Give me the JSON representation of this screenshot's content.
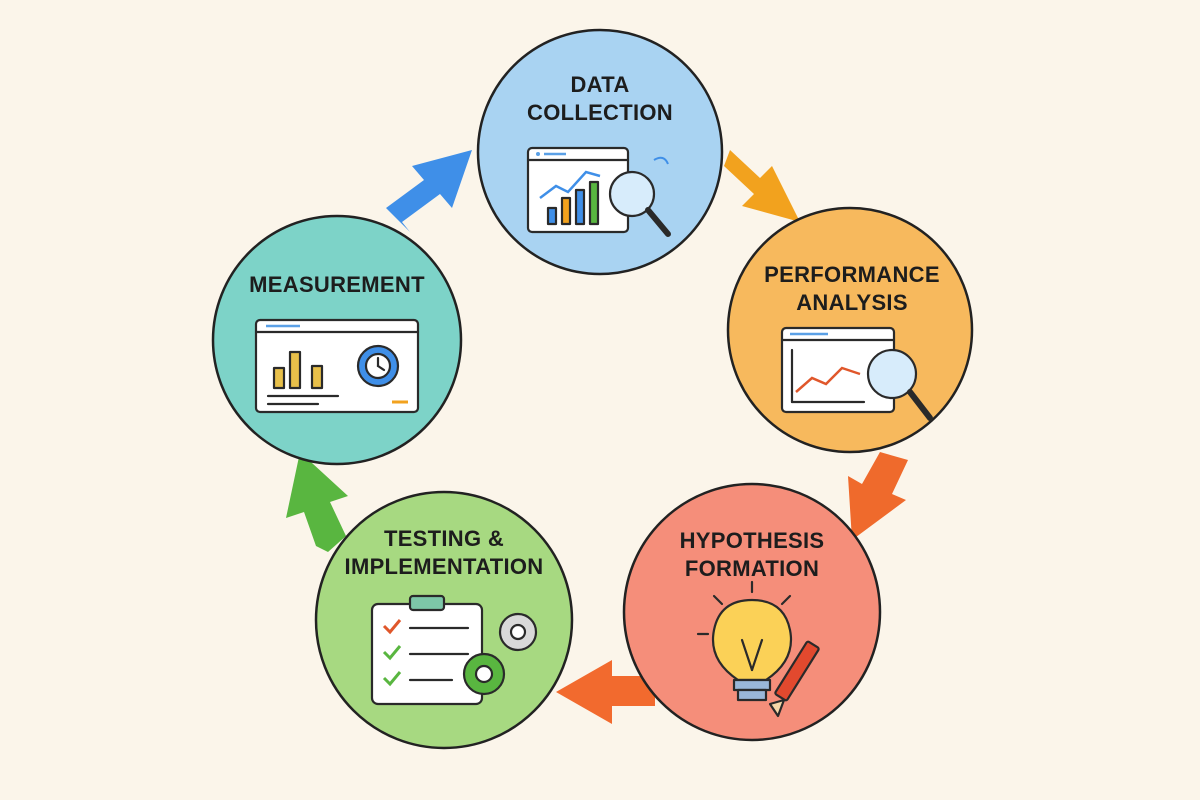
{
  "cycle": {
    "stages": [
      {
        "id": "data-collection",
        "title_lines": [
          "DATA",
          "COLLECTION"
        ],
        "icon": "chart-magnifier-icon",
        "color": "#a9d3f2"
      },
      {
        "id": "performance-analysis",
        "title_lines": [
          "PERFORMANCE",
          "ANALYSIS"
        ],
        "icon": "line-chart-magnifier-icon",
        "color": "#f7b95d"
      },
      {
        "id": "hypothesis-formation",
        "title_lines": [
          "HYPOTHESIS",
          "FORMATION"
        ],
        "icon": "lightbulb-pencil-icon",
        "color": "#f58e7a"
      },
      {
        "id": "testing-implementation",
        "title_lines": [
          "TESTING &",
          "IMPLEMENTATION"
        ],
        "icon": "checklist-gears-icon",
        "color": "#a7d981"
      },
      {
        "id": "measurement",
        "title_lines": [
          "MEASUREMENT"
        ],
        "icon": "bar-chart-clock-icon",
        "color": "#7dd3c8"
      }
    ],
    "arrows": [
      {
        "from": "data-collection",
        "to": "performance-analysis",
        "color": "#f2a21e"
      },
      {
        "from": "performance-analysis",
        "to": "hypothesis-formation",
        "color": "#ef6a2c"
      },
      {
        "from": "hypothesis-formation",
        "to": "testing-implementation",
        "color": "#f26a2e"
      },
      {
        "from": "testing-implementation",
        "to": "measurement",
        "color": "#59b640"
      },
      {
        "from": "measurement",
        "to": "data-collection",
        "color": "#3f8fe8"
      }
    ]
  }
}
